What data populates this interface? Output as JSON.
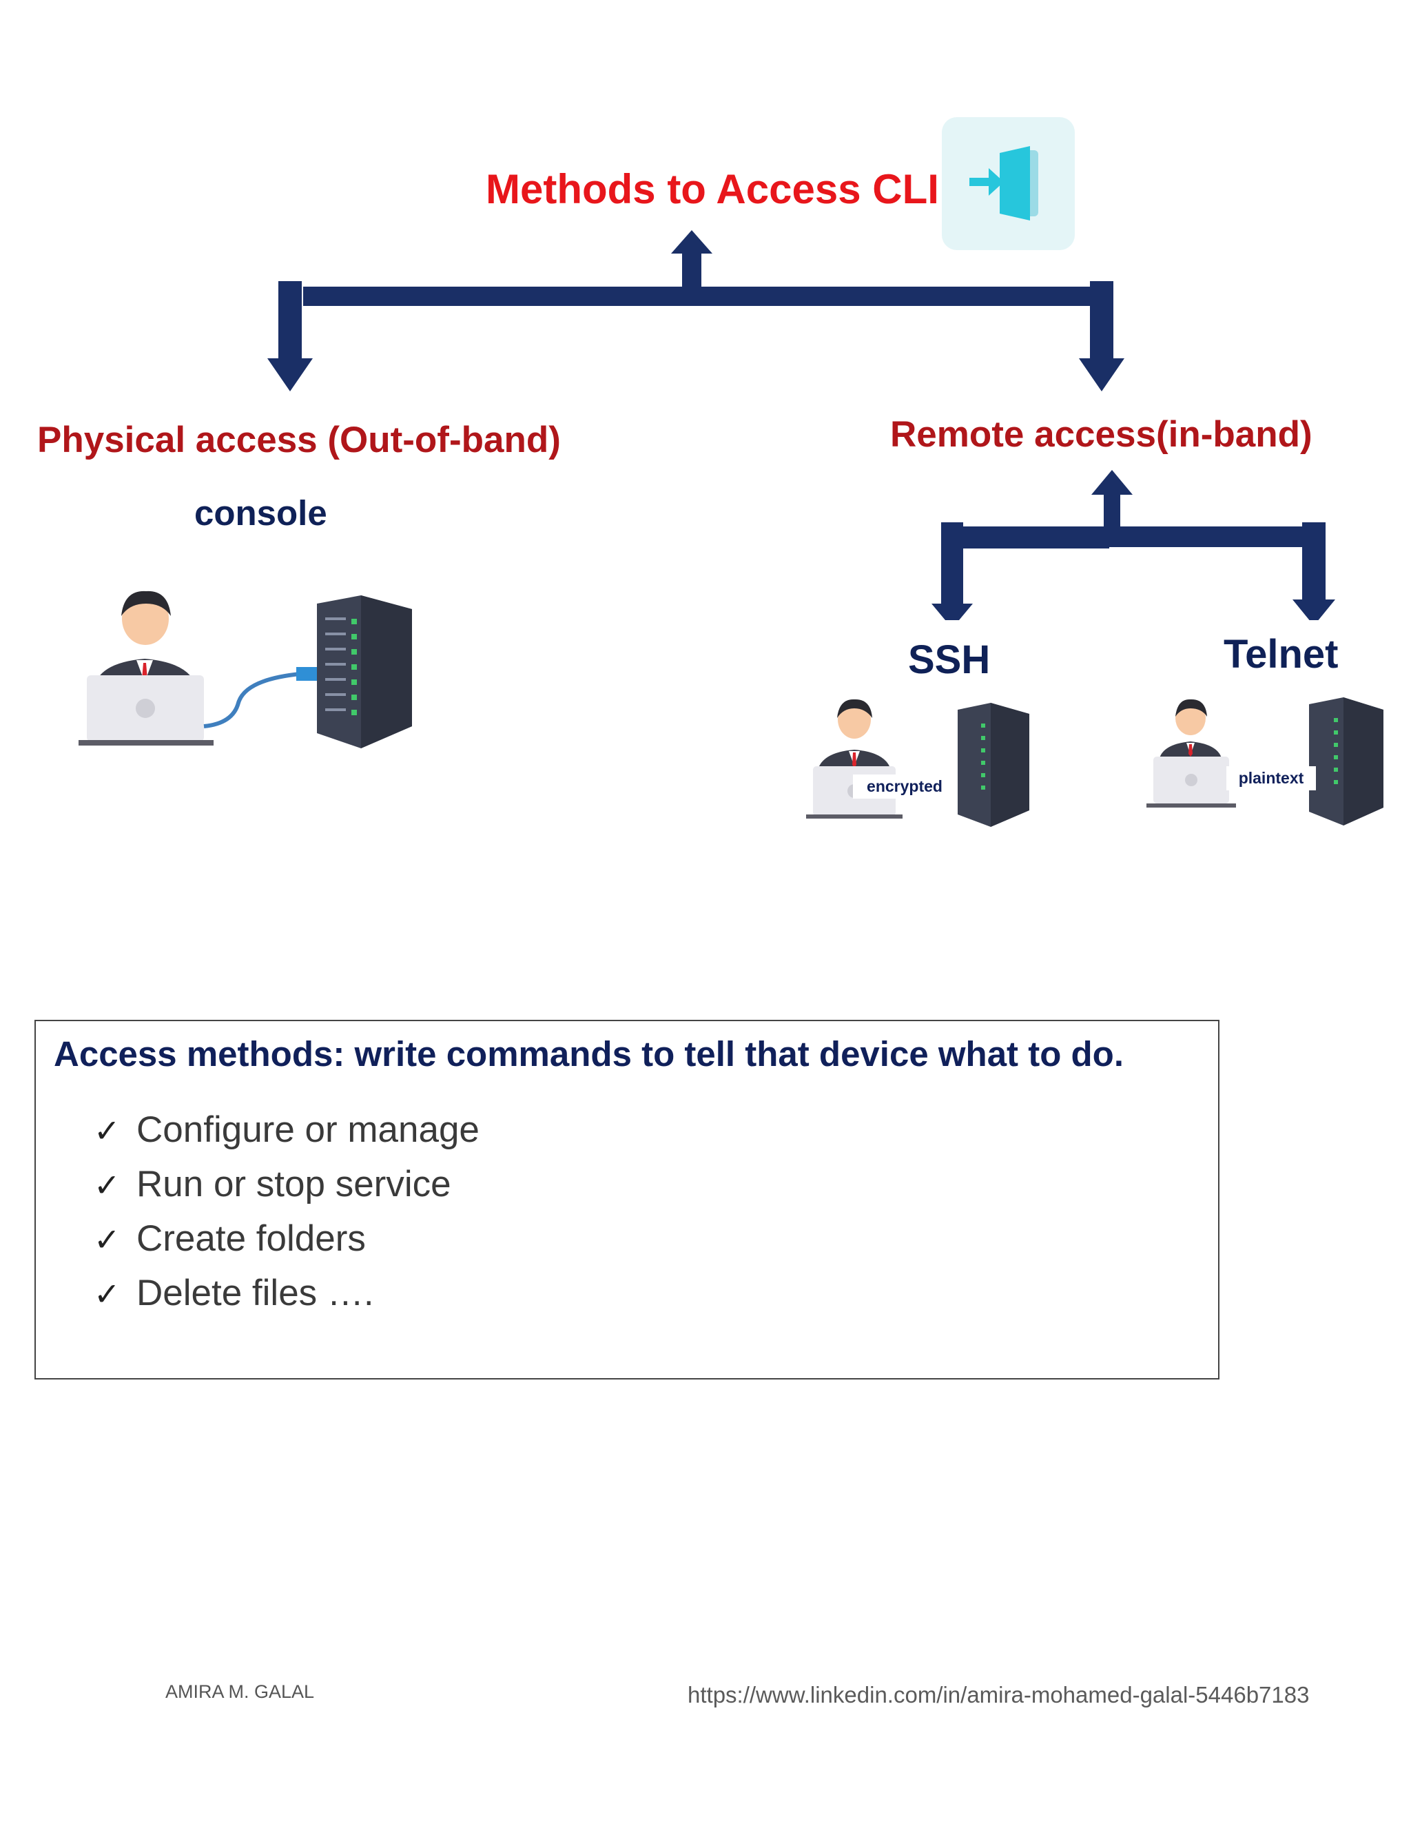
{
  "diagram": {
    "title": "Methods to Access CLI",
    "branches": {
      "physical": {
        "label": "Physical access (Out-of-band)",
        "sub_label": "console"
      },
      "remote": {
        "label": "Remote access(in-band)",
        "children": [
          {
            "label": "SSH",
            "tag": "encrypted"
          },
          {
            "label": "Telnet",
            "tag": "plaintext"
          }
        ]
      }
    },
    "icons": [
      "login-door-icon",
      "person-laptop-icon",
      "server-rack-icon",
      "ethernet-cable-icon"
    ],
    "colors": {
      "title": "#e8161b",
      "branch": "#b0161a",
      "navy": "#0f2157",
      "arrow": "#1a2f66"
    }
  },
  "infobox": {
    "heading": "Access methods: write commands to tell that device what to do.",
    "items": [
      "Configure or manage",
      "Run or stop service",
      "Create folders",
      "Delete files …."
    ]
  },
  "footer": {
    "author": "AMIRA M. GALAL",
    "url": "https://www.linkedin.com/in/amira-mohamed-galal-5446b7183"
  }
}
